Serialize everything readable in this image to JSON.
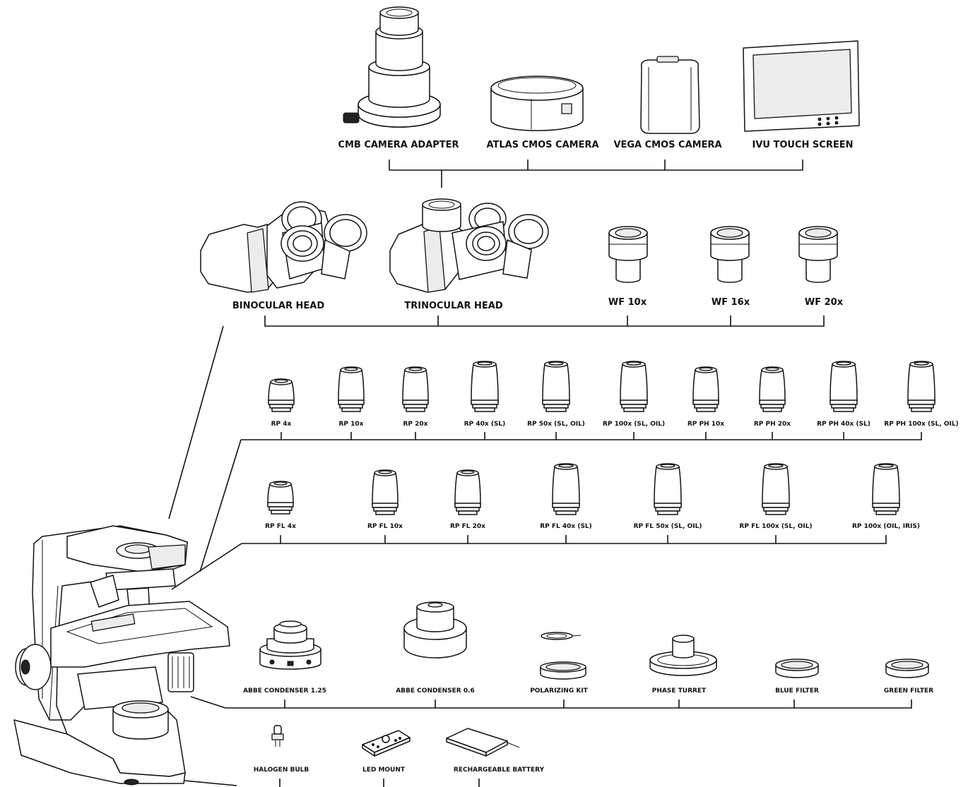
{
  "imaging": {
    "items": [
      {
        "label": "CMB CAMERA ADAPTER",
        "icon": "camera-adapter-icon"
      },
      {
        "label": "ATLAS CMOS CAMERA",
        "icon": "cmos-camera-icon"
      },
      {
        "label": "VEGA CMOS CAMERA",
        "icon": "cmos-camera-icon"
      },
      {
        "label": "IVU TOUCH SCREEN",
        "icon": "touch-screen-icon"
      }
    ]
  },
  "heads": {
    "items": [
      {
        "label": "BINOCULAR HEAD",
        "icon": "binocular-head-icon"
      },
      {
        "label": "TRINOCULAR HEAD",
        "icon": "trinocular-head-icon"
      }
    ]
  },
  "eyepieces": {
    "items": [
      {
        "label": "WF 10x",
        "icon": "eyepiece-icon"
      },
      {
        "label": "WF 16x",
        "icon": "eyepiece-icon"
      },
      {
        "label": "WF 20x",
        "icon": "eyepiece-icon"
      }
    ]
  },
  "objectives_rp": {
    "items": [
      {
        "label": "RP 4x",
        "icon": "objective-lens-icon"
      },
      {
        "label": "RP 10x",
        "icon": "objective-lens-icon"
      },
      {
        "label": "RP 20x",
        "icon": "objective-lens-icon"
      },
      {
        "label": "RP 40x (SL)",
        "icon": "objective-lens-icon"
      },
      {
        "label": "RP 50x (SL, OIL)",
        "icon": "objective-lens-icon"
      },
      {
        "label": "RP 100x (SL, OIL)",
        "icon": "objective-lens-icon"
      },
      {
        "label": "RP PH 10x",
        "icon": "objective-lens-icon"
      },
      {
        "label": "RP PH 20x",
        "icon": "objective-lens-icon"
      },
      {
        "label": "RP PH  40x (SL)",
        "icon": "objective-lens-icon"
      },
      {
        "label": "RP PH 100x (SL, OIL)",
        "icon": "objective-lens-icon"
      }
    ]
  },
  "objectives_fl": {
    "items": [
      {
        "label": "RP FL 4x",
        "icon": "objective-lens-icon"
      },
      {
        "label": "RP FL 10x",
        "icon": "objective-lens-icon"
      },
      {
        "label": "RP FL 20x",
        "icon": "objective-lens-icon"
      },
      {
        "label": "RP FL 40x (SL)",
        "icon": "objective-lens-icon"
      },
      {
        "label": "RP FL 50x (SL, OIL)",
        "icon": "objective-lens-icon"
      },
      {
        "label": "RP FL 100x (SL, OIL)",
        "icon": "objective-lens-icon"
      },
      {
        "label": "RP 100x (OIL, IRIS)",
        "icon": "objective-lens-icon"
      }
    ]
  },
  "condensers": {
    "items": [
      {
        "label": "ABBE CONDENSER 1.25",
        "icon": "condenser-icon"
      },
      {
        "label": "ABBE CONDENSER 0.6",
        "icon": "condenser-icon"
      },
      {
        "label": "POLARIZING KIT",
        "icon": "polarizing-kit-icon"
      },
      {
        "label": "PHASE TURRET",
        "icon": "phase-turret-icon"
      },
      {
        "label": "BLUE FILTER",
        "icon": "filter-ring-icon"
      },
      {
        "label": "GREEN FILTER",
        "icon": "filter-ring-icon"
      }
    ]
  },
  "illumination": {
    "items": [
      {
        "label": "HALOGEN BULB",
        "icon": "halogen-bulb-icon"
      },
      {
        "label": "LED MOUNT",
        "icon": "led-mount-icon"
      },
      {
        "label": "RECHARGEABLE BATTERY",
        "icon": "battery-icon"
      }
    ]
  },
  "microscope": {
    "icon": "microscope-icon"
  }
}
